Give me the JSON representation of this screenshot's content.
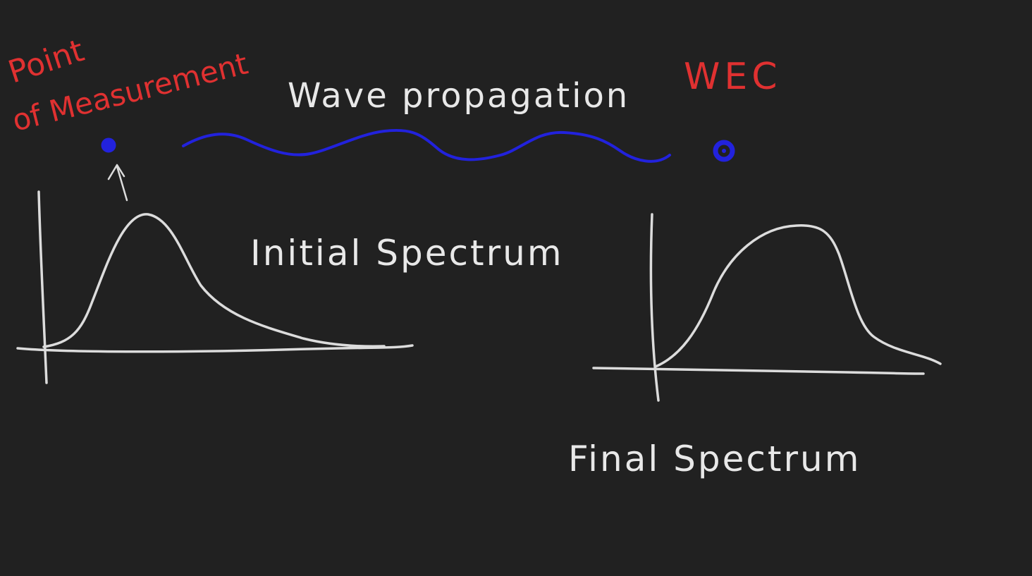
{
  "labels": {
    "point_of_measurement_line1": "Point",
    "point_of_measurement_line2": "of Measurement",
    "wave_propagation": "Wave propagation",
    "wec": "WEC",
    "initial_spectrum": "Initial Spectrum",
    "final_spectrum": "Final Spectrum"
  },
  "colors": {
    "background": "#212121",
    "annotation_red": "#e03131",
    "wave_blue": "#2222dd",
    "ink_white": "#dcdcdc"
  },
  "icons": {
    "measurement_point": "filled-blue-dot",
    "wec_device": "blue-ring-dot",
    "pointer": "up-arrow"
  }
}
